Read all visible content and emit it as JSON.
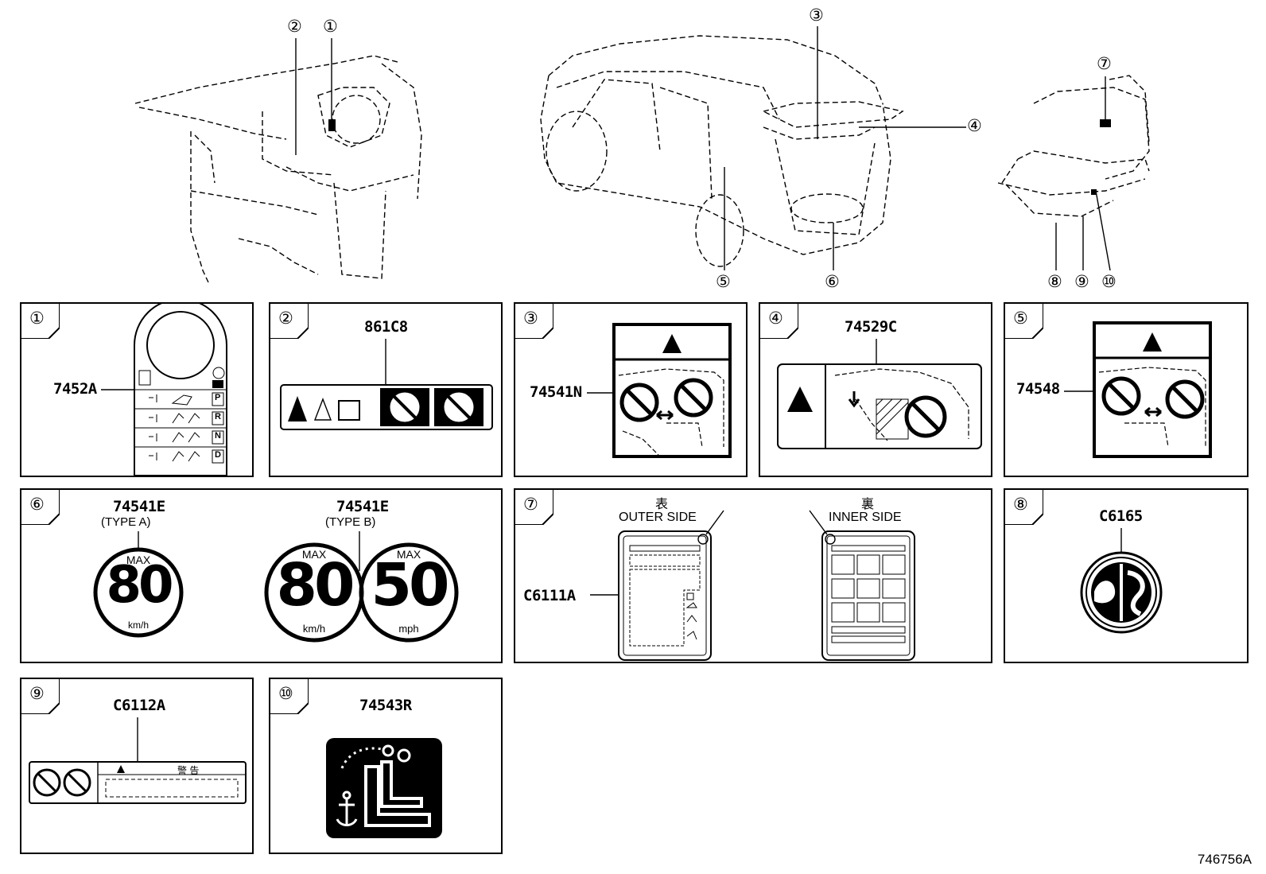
{
  "overview": {
    "callouts": [
      "②",
      "①",
      "③",
      "④",
      "⑤",
      "⑥",
      "⑦",
      "⑧",
      "⑨",
      "⑩"
    ]
  },
  "panels": [
    {
      "num": "①",
      "code": "7452A"
    },
    {
      "num": "②",
      "code": "861C8"
    },
    {
      "num": "③",
      "code": "74541N"
    },
    {
      "num": "④",
      "code": "74529C"
    },
    {
      "num": "⑤",
      "code": "74548"
    },
    {
      "num": "⑥",
      "code_a": "74541E",
      "type_a": "(TYPE A)",
      "code_b": "74541E",
      "type_b": "(TYPE B)"
    },
    {
      "num": "⑦",
      "code": "C6111A",
      "outer_jp": "表",
      "outer_en": "OUTER SIDE",
      "inner_jp": "裏",
      "inner_en": "INNER SIDE"
    },
    {
      "num": "⑧",
      "code": "C6165"
    },
    {
      "num": "⑨",
      "code": "C6112A",
      "warning_text": "警 告"
    },
    {
      "num": "⑩",
      "code": "74543R"
    }
  ],
  "gear_letters": [
    "P",
    "R",
    "N",
    "D"
  ],
  "speed_labels": [
    {
      "top": "MAX",
      "value": "80",
      "unit": "km/h"
    },
    {
      "top": "MAX",
      "value": "80",
      "unit": "km/h"
    },
    {
      "top": "MAX",
      "value": "50",
      "unit": "mph"
    }
  ],
  "figure_id": "746756A"
}
